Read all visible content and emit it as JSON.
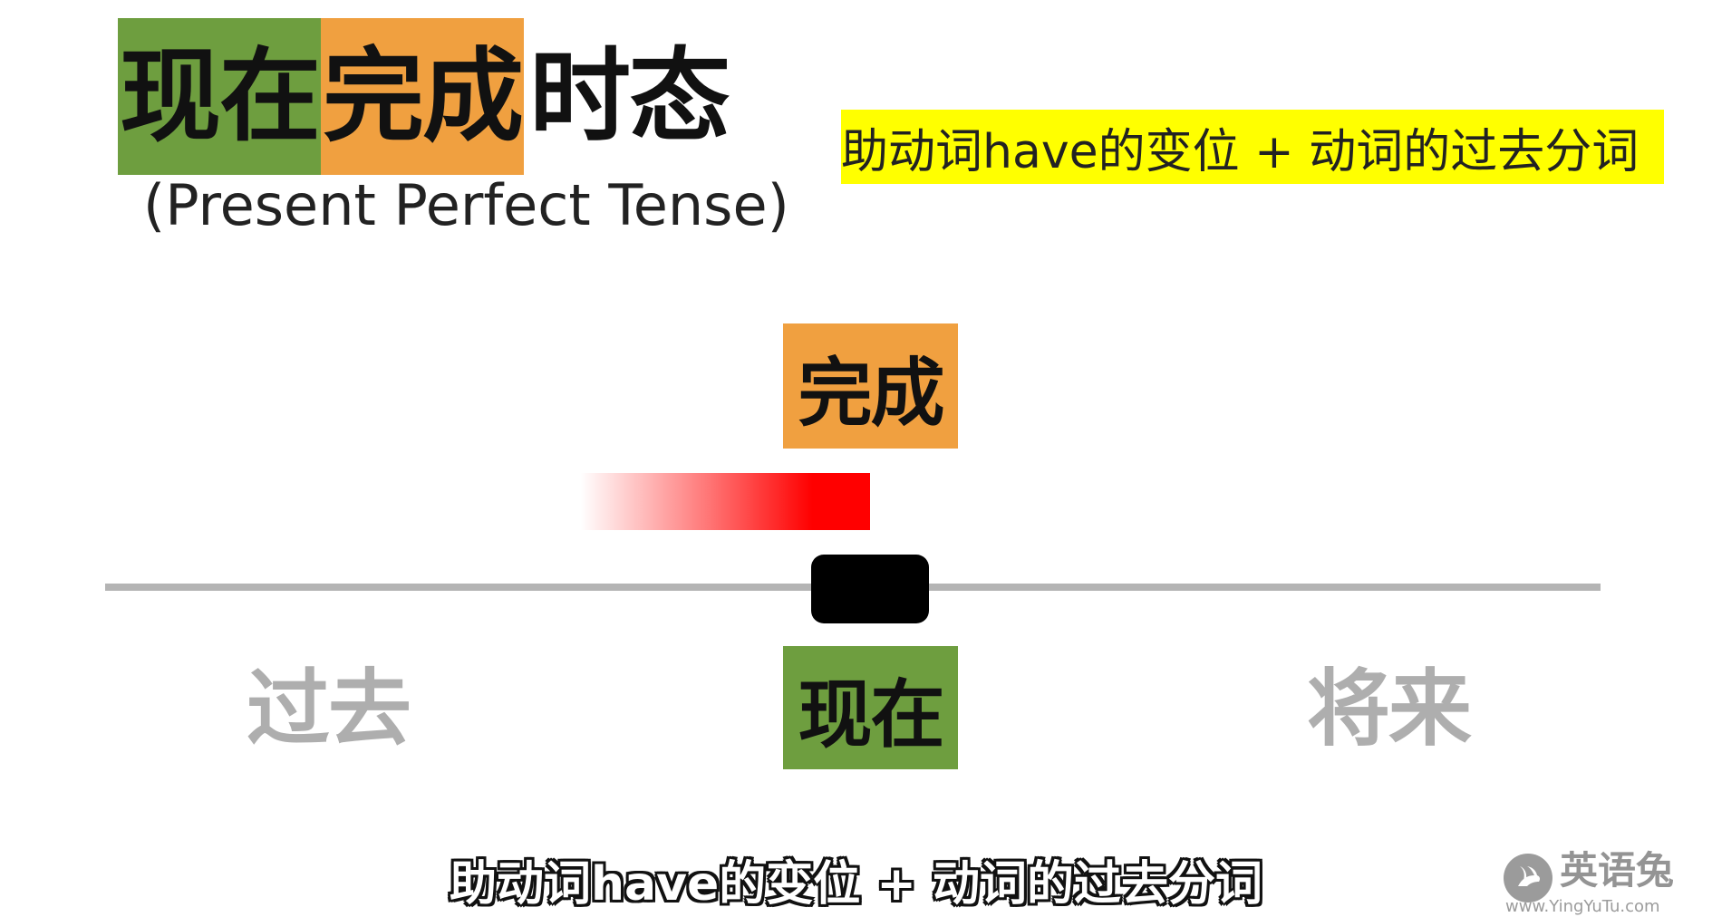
{
  "title": {
    "segments": [
      {
        "text": "现在",
        "color": "#6e9e3f"
      },
      {
        "text": "完成",
        "color": "#f0a040"
      },
      {
        "text": "时态",
        "color": "transparent"
      }
    ],
    "english": "(Present Perfect Tense)"
  },
  "formula": {
    "text": "助动词have的变位 + 动词的过去分词",
    "highlight_color": "#ffff00"
  },
  "timeline": {
    "complete_label": "完成",
    "past_label": "过去",
    "now_label": "现在",
    "future_label": "将来",
    "duration_color": "#ff0000",
    "axis_color": "#b4b4b4",
    "now_marker_color": "#000000"
  },
  "subtitle": {
    "text": "助动词have的变位 + 动词的过去分词"
  },
  "watermark": {
    "name": "英语兔",
    "url": "www.YingYuTu.com",
    "icon": "rabbit-logo-icon"
  }
}
